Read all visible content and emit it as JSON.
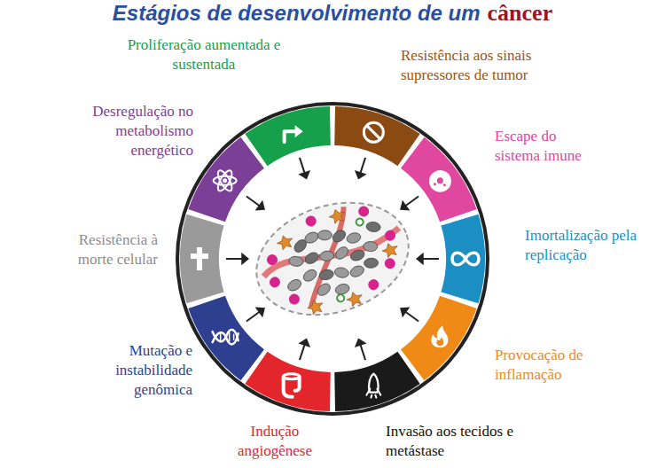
{
  "diagram": {
    "title": "Estágios de desenvolvimento de um",
    "labels": [
      "câncer",
      "Proliferação aumentada e sustentada",
      "Resistência aos sinais supressores de tumor",
      "Desregulação no metabolismo energético",
      "Escape do sistema imune",
      "Imortalização pela replicação",
      "Resistência à morte celular",
      "Mutação e instabilidade genômica",
      "Provocação de inflamação",
      "Indução angiogênese",
      "Invasão aos tecidos e metástase"
    ]
  }
}
